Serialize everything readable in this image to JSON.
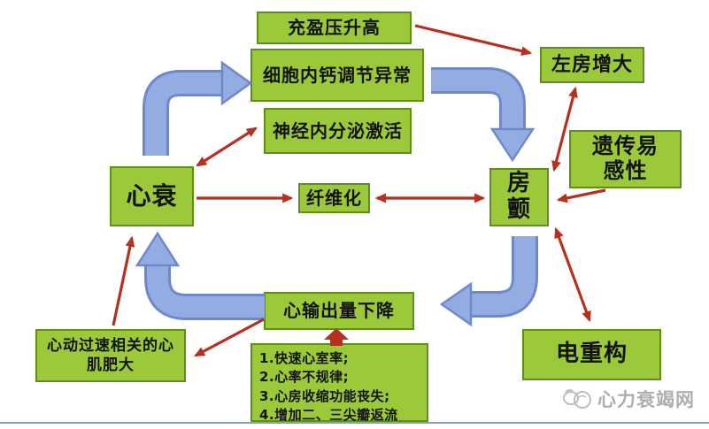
{
  "nodes": {
    "filling_pressure": {
      "label": "充盈压升高"
    },
    "calcium": {
      "label": "细胞内钙调节异常"
    },
    "neuroendocrine": {
      "label": "神经内分泌激活"
    },
    "heart_failure": {
      "label": "心衰"
    },
    "fibrosis": {
      "label": "纤维化"
    },
    "af": {
      "label": "房\n颤"
    },
    "la_enlargement": {
      "label": "左房增大"
    },
    "genetic": {
      "label": "遗传易\n感性"
    },
    "electrical": {
      "label": "电重构"
    },
    "cardiac_output": {
      "label": "心输出量下降"
    },
    "tachycardia": {
      "label": "心动过速相关的心\n肌肥大"
    }
  },
  "list_box": {
    "items": [
      "1.快速心室率;",
      "2.心率不规律;",
      "3.心房收缩功能丧失;",
      "4.增加二、三尖瓣返流"
    ]
  },
  "edges": [
    {
      "from": "心衰",
      "to": "细胞内钙调节异常",
      "style": "blue-block",
      "bidirectional": false
    },
    {
      "from": "细胞内钙调节异常",
      "to": "房颤",
      "style": "blue-block",
      "bidirectional": false
    },
    {
      "from": "房颤",
      "to": "心输出量下降",
      "style": "blue-block",
      "bidirectional": false
    },
    {
      "from": "心输出量下降",
      "to": "心衰",
      "style": "blue-block",
      "bidirectional": false
    },
    {
      "from": "充盈压升高",
      "to": "左房增大",
      "style": "red",
      "bidirectional": false
    },
    {
      "from": "心衰",
      "to": "神经内分泌激活",
      "style": "red",
      "bidirectional": true
    },
    {
      "from": "心衰",
      "to": "纤维化",
      "style": "red",
      "bidirectional": false
    },
    {
      "from": "纤维化",
      "to": "房颤",
      "style": "red",
      "bidirectional": true
    },
    {
      "from": "房颤",
      "to": "左房增大",
      "style": "red",
      "bidirectional": true
    },
    {
      "from": "遗传易感性",
      "to": "房颤",
      "style": "red",
      "bidirectional": false
    },
    {
      "from": "房颤",
      "to": "电重构",
      "style": "red",
      "bidirectional": true
    },
    {
      "from": "机制列表",
      "to": "心输出量下降",
      "style": "red-block",
      "bidirectional": false
    },
    {
      "from": "心输出量下降",
      "to": "心动过速相关的心肌肥大",
      "style": "red",
      "bidirectional": false
    },
    {
      "from": "心动过速相关的心肌肥大",
      "to": "心衰",
      "style": "red",
      "bidirectional": false
    }
  ],
  "watermark": {
    "site_name": "心力衰竭网",
    "logo": "heart-doodle-logo"
  },
  "colors": {
    "box_fill": "#9cc93a",
    "box_border": "#5e8f1d",
    "red_arrow": "#b5301f",
    "blue_arrow_fill": "#93ade2",
    "blue_arrow_border": "#6f88c9",
    "watermark_gray": "#aeaeae",
    "bottom_line": "#8ba0b3"
  }
}
